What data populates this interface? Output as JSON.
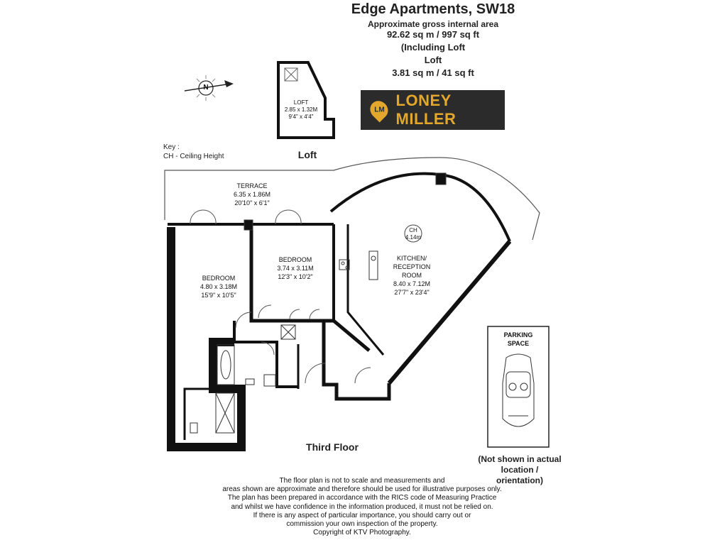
{
  "header": {
    "title": "Edge Apartments, SW18",
    "line1": "Approximate gross internal area",
    "line2": "92.62 sq m / 997 sq ft",
    "line3": "(Including Loft",
    "line4": "Loft",
    "line5": "3.81 sq m / 41 sq ft"
  },
  "brand": {
    "initials": "LM",
    "name": "LONEY MILLER"
  },
  "compass": {
    "letter": "N"
  },
  "key": {
    "line1": "Key :",
    "line2": "CH - Ceiling Height"
  },
  "loft": {
    "caption": "Loft",
    "label": "LOFT",
    "metric": "2.85 x 1.32M",
    "imperial": "9'4\" x 4'4\""
  },
  "rooms": {
    "terrace": {
      "name": "TERRACE",
      "metric": "6.35 x 1.86M",
      "imperial": "20'10\" x 6'1\""
    },
    "bedroom1": {
      "name": "BEDROOM",
      "metric": "4.80 x 3.18M",
      "imperial": "15'9\" x 10'5\""
    },
    "bedroom2": {
      "name": "BEDROOM",
      "metric": "3.74 x 3.11M",
      "imperial": "12'3\" x 10'2\""
    },
    "kitchen": {
      "name1": "KITCHEN/",
      "name2": "RECEPTION",
      "name3": "ROOM",
      "metric": "8.40 x 7.12M",
      "imperial": "27'7\" x 23'4\""
    },
    "ceiling": {
      "code": "CH",
      "value": "4.14m"
    }
  },
  "floor_caption": "Third Floor",
  "parking": {
    "label1": "PARKING",
    "label2": "SPACE",
    "note1": "(Not shown in actual",
    "note2": "location / orientation)"
  },
  "footer": [
    "The floor plan is not to scale and measurements and",
    "areas shown are approximate and therefore should be used for illustrative purposes only.",
    "The plan has been prepared in accordance with the RICS code of Measuring Practice",
    "and whilst we have confidence in the information produced, it must not be relied on.",
    "If there is any aspect of particular importance, you should carry out or",
    "commission your own inspection of the property.",
    "Copyright of KTV Photography."
  ],
  "colors": {
    "brand_bg": "#2b2b2b",
    "brand_accent": "#e3a72b",
    "wall": "#111111"
  }
}
